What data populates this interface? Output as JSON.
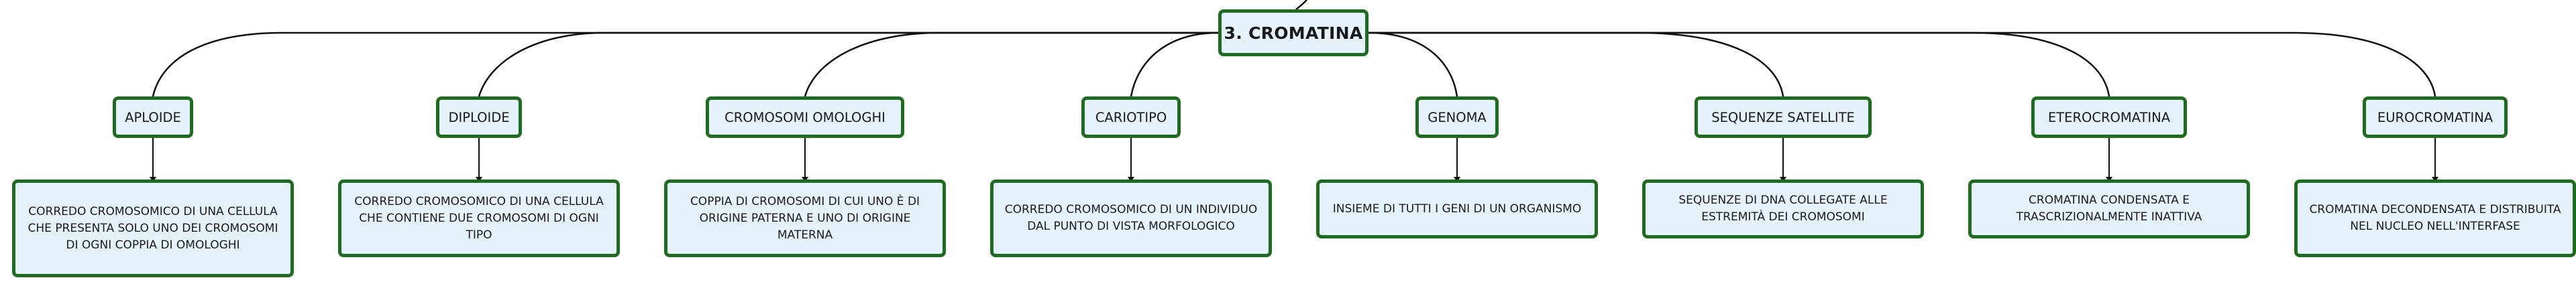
{
  "root": {
    "label": "3. CROMATINA"
  },
  "concepts": [
    {
      "label": "APLOIDE",
      "definition": "CORREDO CROMOSOMICO DI UNA CELLULA CHE PRESENTA SOLO UNO DEI CROMOSOMI DI OGNI COPPIA DI OMOLOGHI"
    },
    {
      "label": "DIPLOIDE",
      "definition": "CORREDO CROMOSOMICO DI UNA CELLULA CHE CONTIENE DUE CROMOSOMI DI OGNI TIPO"
    },
    {
      "label": "CROMOSOMI OMOLOGHI",
      "definition": "COPPIA DI CROMOSOMI DI CUI UNO È DI ORIGINE PATERNA E UNO DI ORIGINE MATERNA"
    },
    {
      "label": "CARIOTIPO",
      "definition": "CORREDO CROMOSOMICO DI UN INDIVIDUO DAL PUNTO DI VISTA MORFOLOGICO"
    },
    {
      "label": "GENOMA",
      "definition": "INSIEME DI TUTTI I GENI DI UN ORGANISMO"
    },
    {
      "label": "SEQUENZE SATELLITE",
      "definition": "SEQUENZE DI DNA COLLEGATE ALLE ESTREMITÀ DEI CROMOSOMI"
    },
    {
      "label": "ETEROCROMATINA",
      "definition": "CROMATINA CONDENSATA E TRASCRIZIONALMENTE INATTIVA"
    },
    {
      "label": "EUROCROMATINA",
      "definition": "CROMATINA DECONDENSATA E DISTRIBUITA NEL NUCLEO NELL'INTERFASE"
    }
  ],
  "colors": {
    "node_fill": "#e6f2fb",
    "node_border": "#1f6b1f",
    "connector": "#111111",
    "text": "#1a1a1a"
  }
}
